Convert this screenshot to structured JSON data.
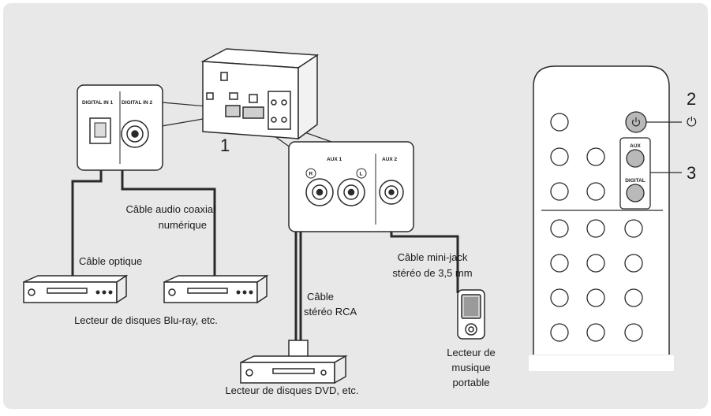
{
  "colors": {
    "panel_bg": "#e8e8e8",
    "outline": "#2a2a2a",
    "highlight_button": "#b9b9b9"
  },
  "callouts": {
    "step1": "1",
    "step2": "2",
    "step3": "3",
    "power_symbol": "⏻"
  },
  "unit": {
    "digital_in1": "DIGITAL IN 1",
    "digital_in2": "DIGITAL IN 2",
    "aux1": "AUX 1",
    "aux2": "AUX 2",
    "right_mark": "R",
    "left_mark": "L"
  },
  "cables": {
    "coaxial_line1": "Câble audio coaxial",
    "coaxial_line2": "numérique",
    "optical": "Câble optique",
    "rca_line1": "Câble",
    "rca_line2": "stéréo RCA",
    "minijack_line1": "Câble mini-jack",
    "minijack_line2": "stéréo de 3,5 mm"
  },
  "devices": {
    "bluray": "Lecteur de disques Blu-ray, etc.",
    "dvd": "Lecteur de disques DVD, etc.",
    "music_line1": "Lecteur de",
    "music_line2": "musique",
    "music_line3": "portable"
  },
  "remote": {
    "aux_label": "AUX",
    "digital_label": "DIGITAL",
    "power_icon": "power-icon"
  }
}
